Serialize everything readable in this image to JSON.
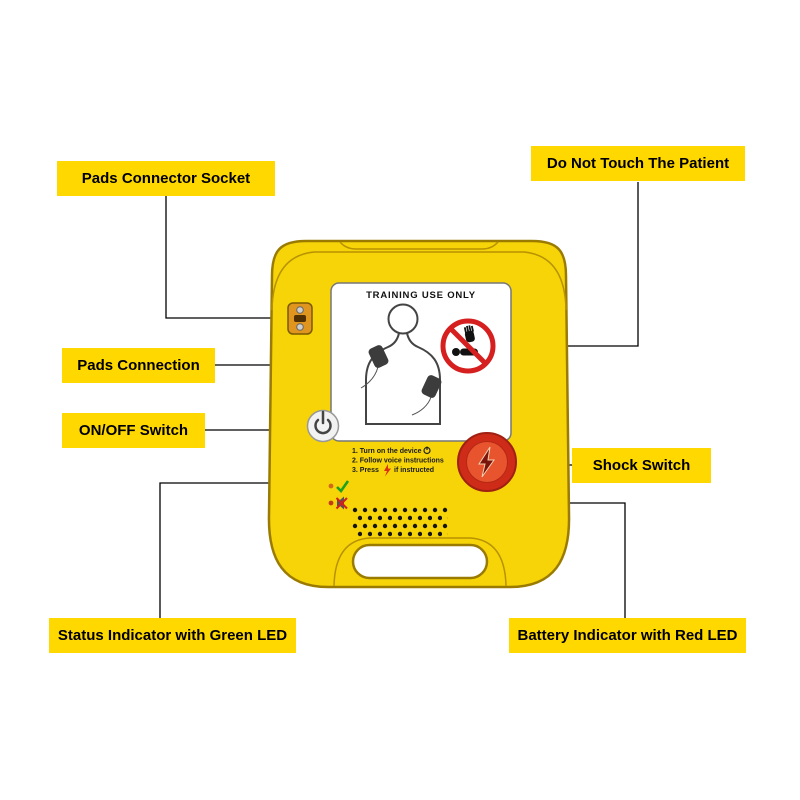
{
  "callouts": {
    "pads_connector_socket": "Pads Connector Socket",
    "do_not_touch_patient": "Do Not Touch The Patient",
    "pads_connection": "Pads Connection",
    "on_off_switch": "ON/OFF Switch",
    "shock_switch": "Shock Switch",
    "status_indicator": "Status Indicator with Green LED",
    "battery_indicator": "Battery Indicator with Red LED"
  },
  "device": {
    "panel_title": "TRAINING USE ONLY",
    "instruction_1": "1. Turn on the device",
    "instruction_2": "2. Follow voice instructions",
    "instruction_3_prefix": "3. Press",
    "instruction_3_suffix": "if instructed",
    "colors": {
      "label_yellow": "#FFD800",
      "body_yellow": "#F6D408",
      "body_outline": "#9A7B00",
      "shock_button_red": "#CE2B18",
      "shock_button_inner": "#E8542E",
      "prohibition_red": "#D61F1F",
      "led_green_check": "#1FA01F",
      "led_red": "#D22020",
      "connector_orange": "#E0951E"
    }
  }
}
